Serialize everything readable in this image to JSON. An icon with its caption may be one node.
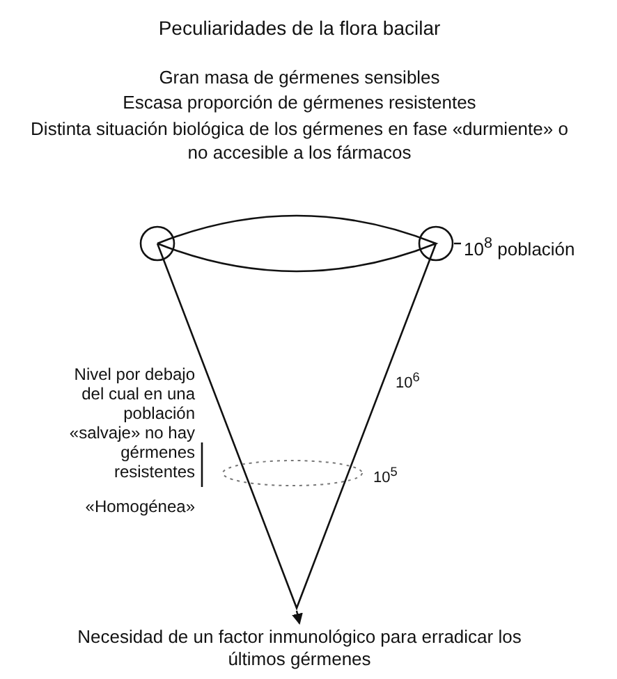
{
  "diagram": {
    "title": "Peculiaridades de la flora bacilar",
    "nodes": [
      {
        "text": [],
        "shape": "cone"
      },
      {
        "text": [],
        "shape": "circle"
      },
      {
        "text": [],
        "shape": "circle"
      },
      {
        "text": [
          "10$^{8}$ población"
        ]
      },
      {
        "text": [
          "Necesidad de un factor inmunológico para erradicar los últimos gérmenes"
        ]
      }
    ],
    "edges": [
      {
        "from": 3,
        "to": 2,
        "arrow": "none"
      },
      {
        "from": 0,
        "to": 4,
        "arrow": "to"
      }
    ],
    "labels": [
      "Gran masa de gérmenes sensibles",
      "Escasa proporción de gérmenes resistentes",
      "Distinta situación biológica de los gérmenes en fase «durmiente» o no accesible a los fármacos",
      "Nivel por debajo del cual en una población «salvaje» no hay gérmenes resistentes",
      "«Homogénea»",
      "10$^{6}$",
      "10$^{5}$"
    ]
  }
}
